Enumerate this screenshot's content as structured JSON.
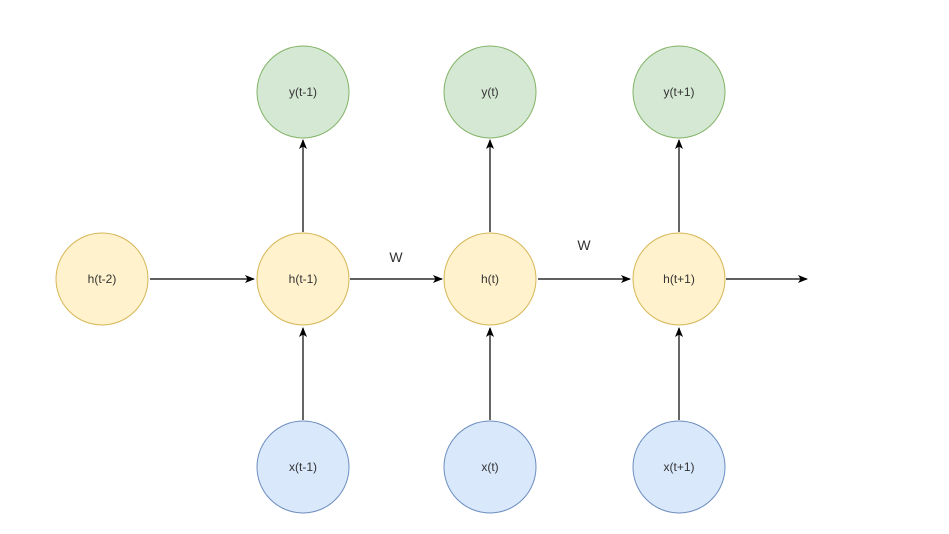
{
  "colors": {
    "hidden_fill": "#fff2cc",
    "hidden_stroke": "#d6b656",
    "output_fill": "#d5e8d4",
    "output_stroke": "#82b366",
    "input_fill": "#dae8fc",
    "input_stroke": "#6c8ebf",
    "edge": "#000000",
    "text": "#333333"
  },
  "nodes": {
    "h_t_minus_2": {
      "label": "h(t-2)"
    },
    "h_t_minus_1": {
      "label": "h(t-1)"
    },
    "h_t": {
      "label": "h(t)"
    },
    "h_t_plus_1": {
      "label": "h(t+1)"
    },
    "y_t_minus_1": {
      "label": "y(t-1)"
    },
    "y_t": {
      "label": "y(t)"
    },
    "y_t_plus_1": {
      "label": "y(t+1)"
    },
    "x_t_minus_1": {
      "label": "x(t-1)"
    },
    "x_t": {
      "label": "x(t)"
    },
    "x_t_plus_1": {
      "label": "x(t+1)"
    }
  },
  "edge_labels": {
    "w_first": "W",
    "w_second": "W"
  }
}
